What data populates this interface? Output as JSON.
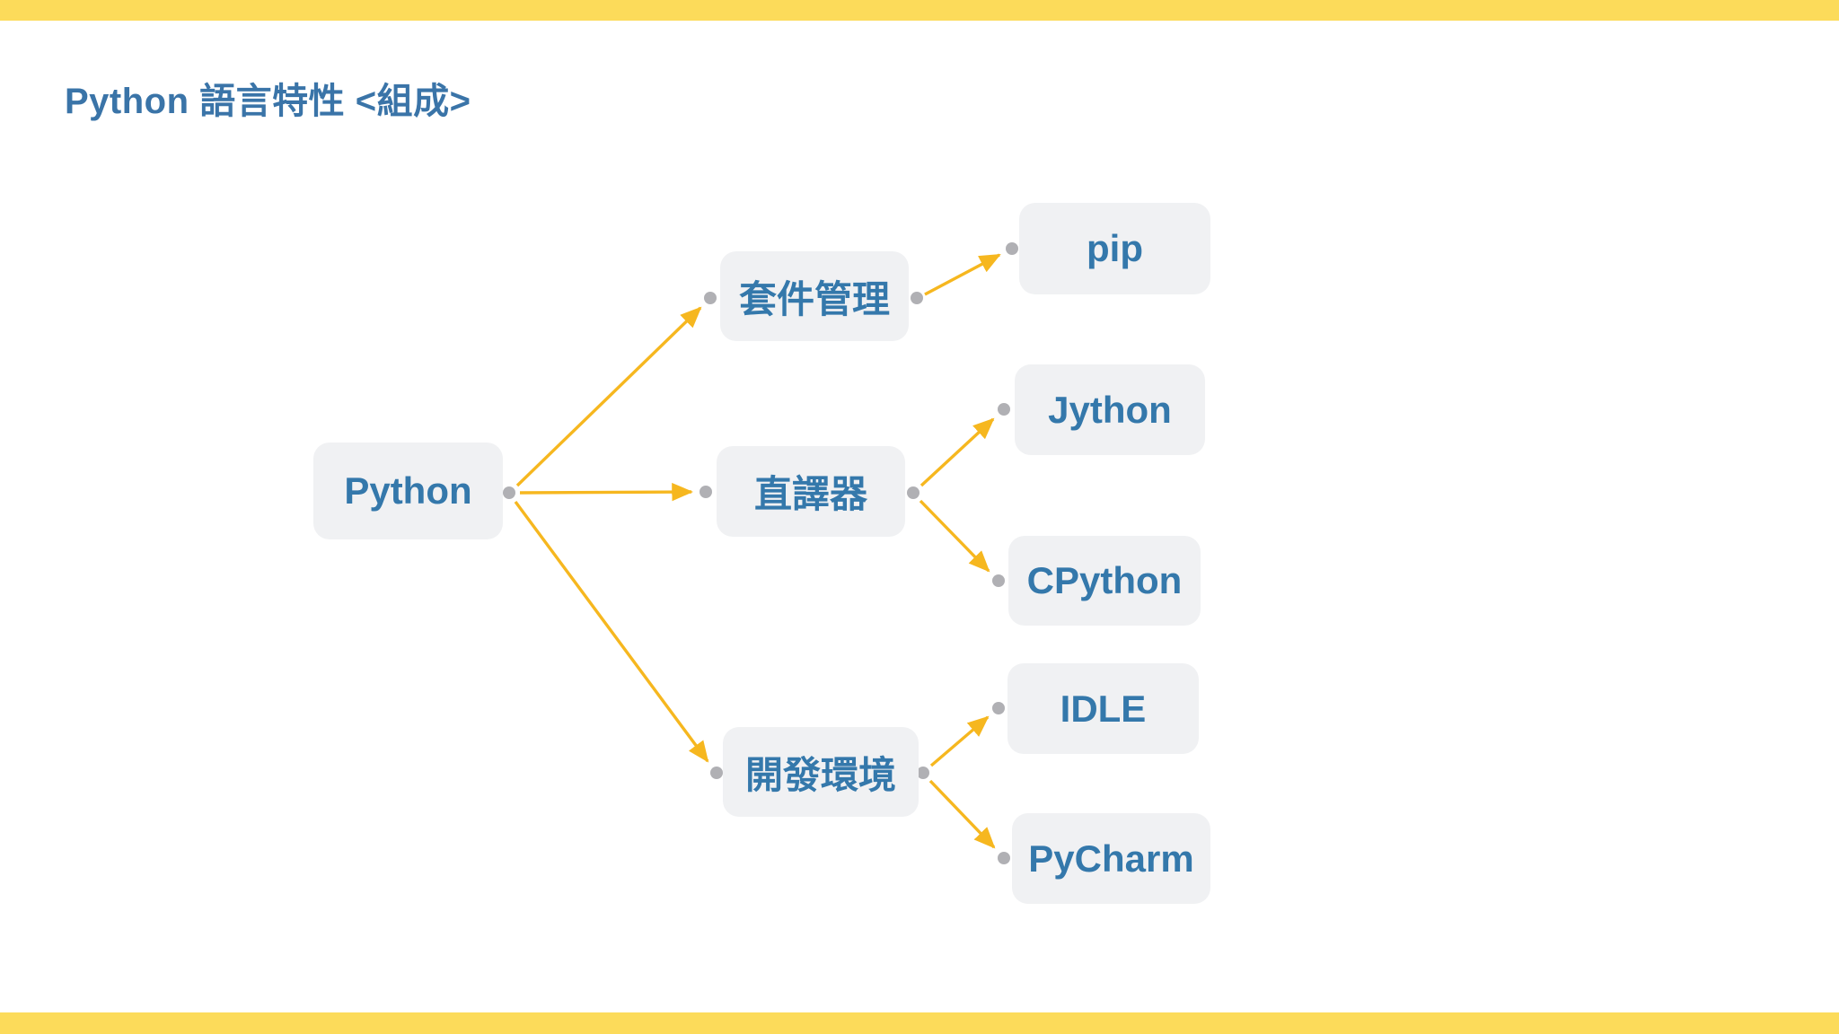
{
  "title": "Python 語言特性 <組成>",
  "colors": {
    "background": "#FFFFFF",
    "accent_bar": "#FCDB5A",
    "edge": "#F6B71F",
    "node_background": "#F0F1F3",
    "node_text": "#3478AB",
    "title_text": "#3A74A8",
    "connector_dot": "#B0B0B4"
  },
  "diagram": {
    "type": "mindmap-tree",
    "root": "Python",
    "nodes": [
      {
        "id": "python",
        "label": "Python"
      },
      {
        "id": "package-management",
        "label": "套件管理"
      },
      {
        "id": "interpreter",
        "label": "直譯器"
      },
      {
        "id": "dev-environment",
        "label": "開發環境"
      },
      {
        "id": "pip",
        "label": "pip"
      },
      {
        "id": "jython",
        "label": "Jython"
      },
      {
        "id": "cpython",
        "label": "CPython"
      },
      {
        "id": "idle",
        "label": "IDLE"
      },
      {
        "id": "pycharm",
        "label": "PyCharm"
      }
    ],
    "edges": [
      {
        "from": "python",
        "to": "package-management"
      },
      {
        "from": "python",
        "to": "interpreter"
      },
      {
        "from": "python",
        "to": "dev-environment"
      },
      {
        "from": "package-management",
        "to": "pip"
      },
      {
        "from": "interpreter",
        "to": "jython"
      },
      {
        "from": "interpreter",
        "to": "cpython"
      },
      {
        "from": "dev-environment",
        "to": "idle"
      },
      {
        "from": "dev-environment",
        "to": "pycharm"
      }
    ]
  }
}
